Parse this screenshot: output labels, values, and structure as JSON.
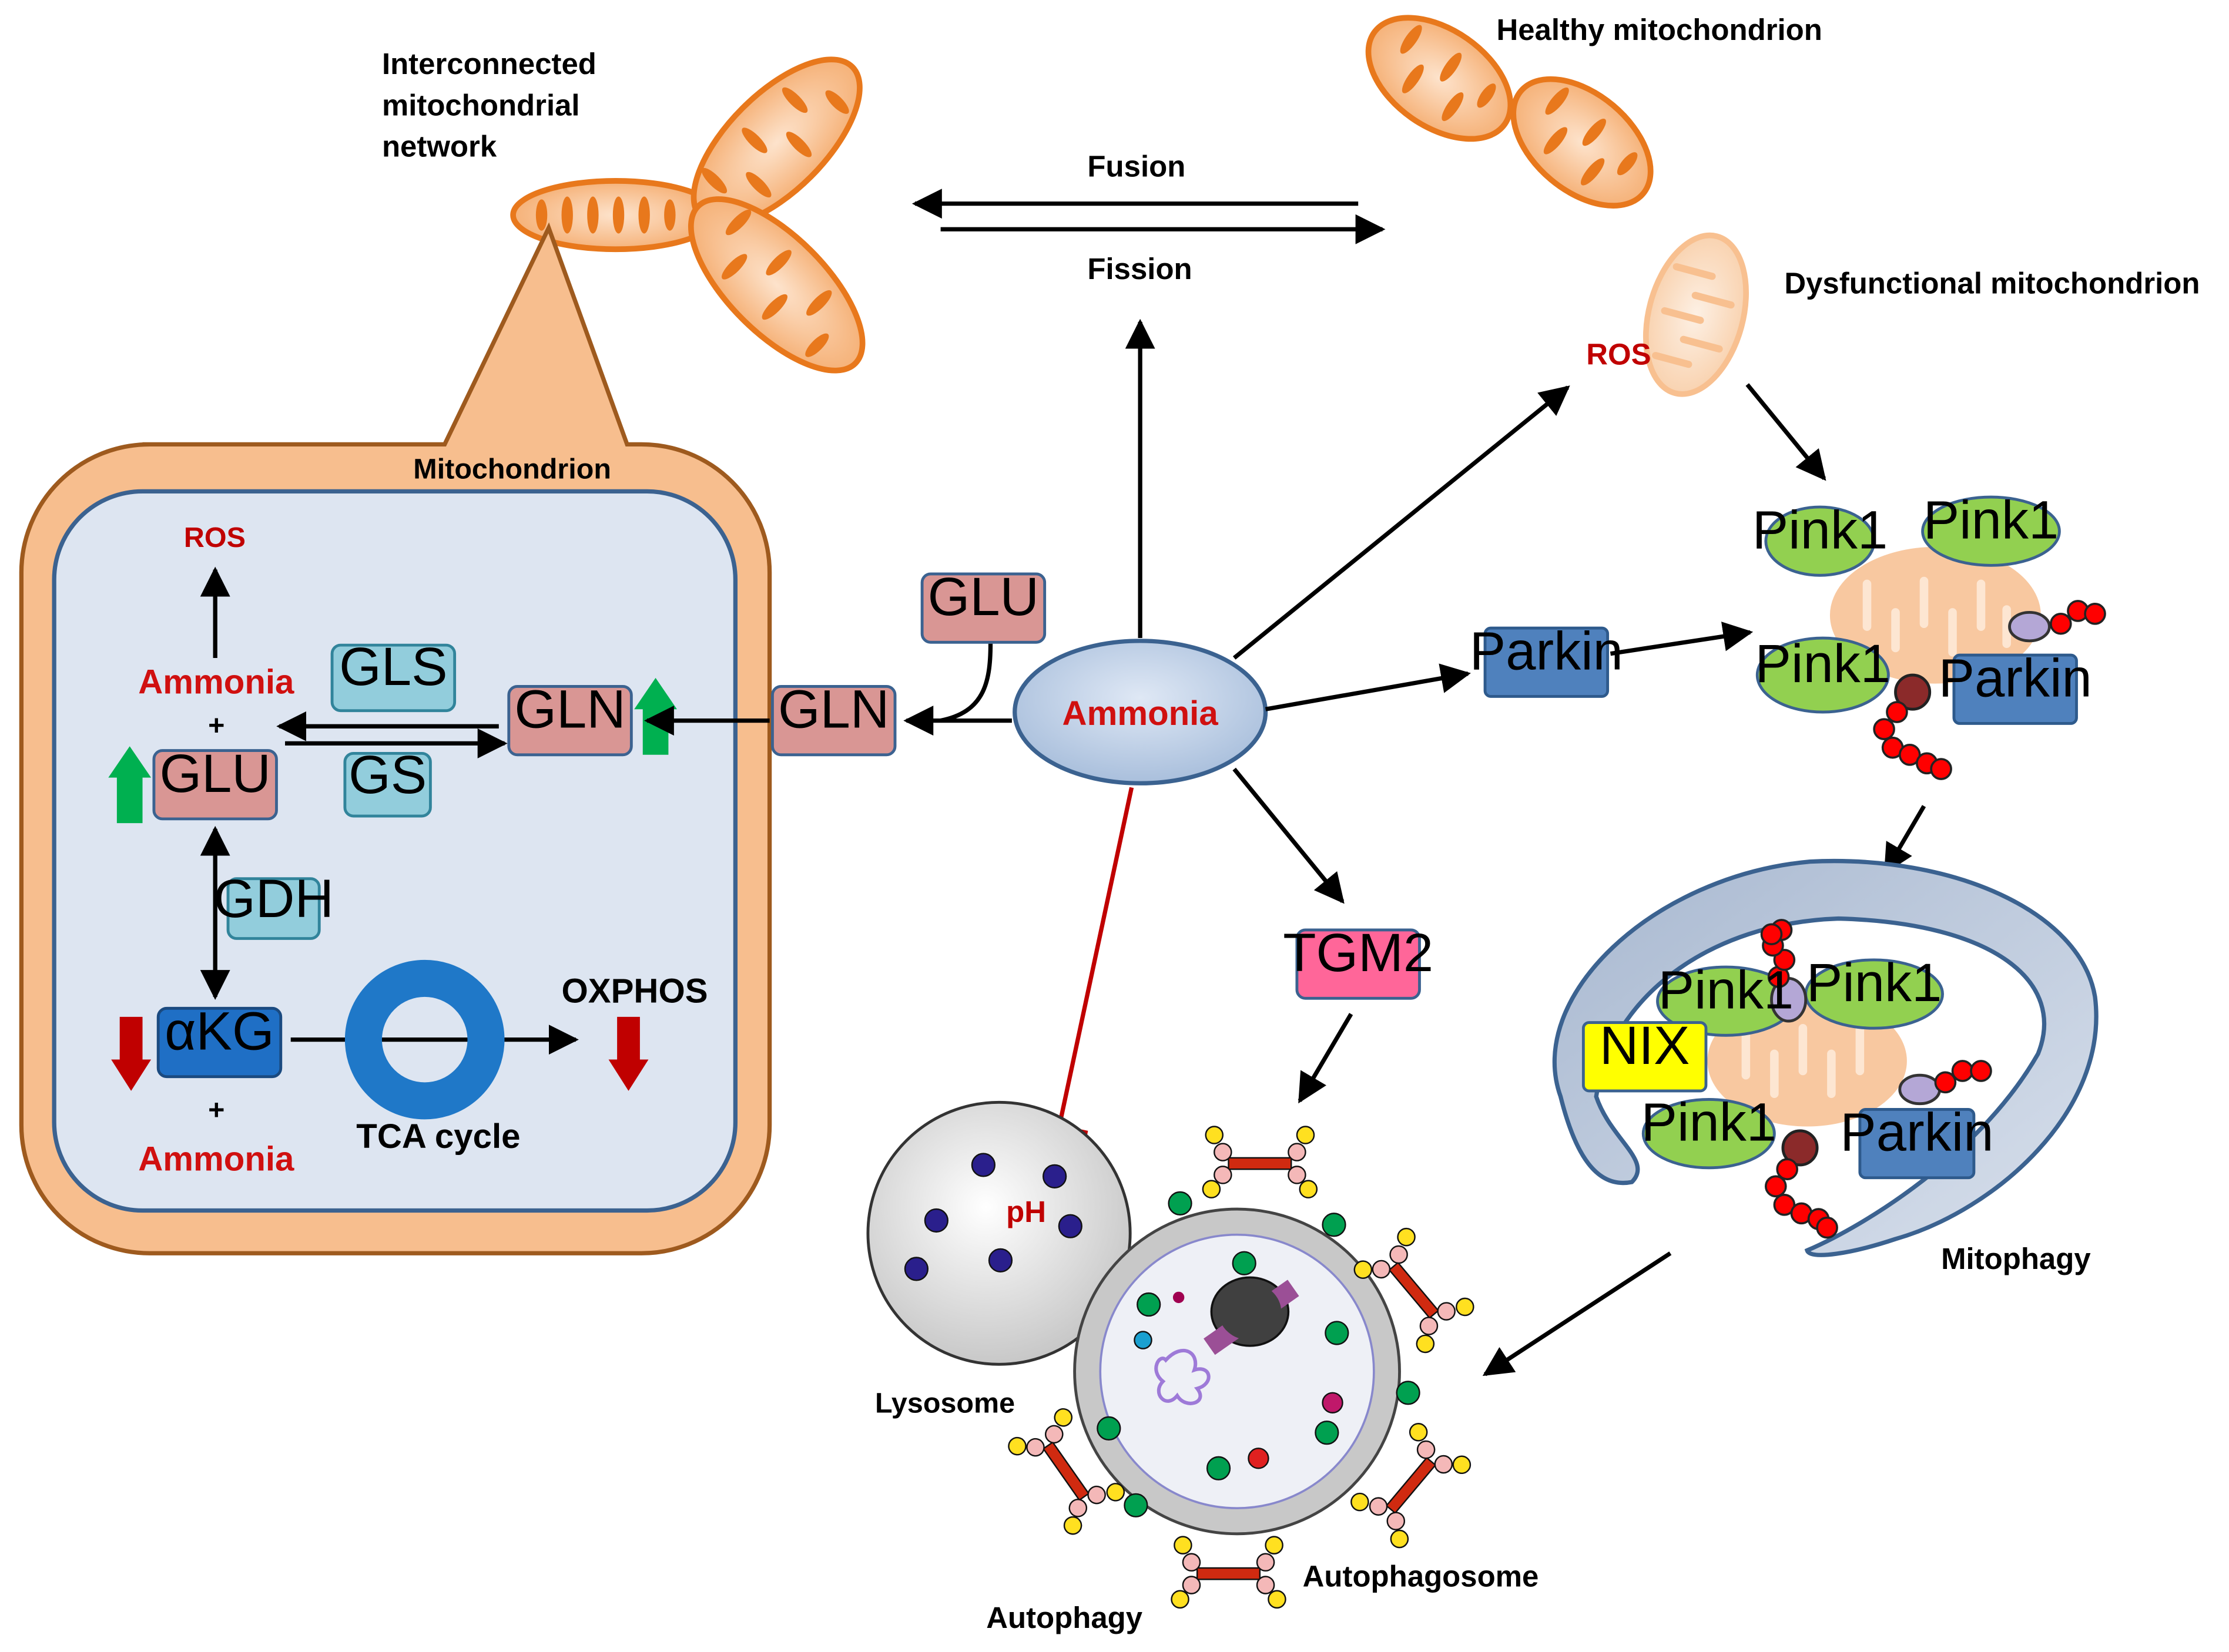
{
  "colors": {
    "mito_orange": "#e87e22",
    "mito_fill": "#f7c79d",
    "panel_outer": "#f7be8e",
    "panel_inner": "#dde5f1",
    "enzyme_cyan": "#92cddc",
    "metabolite_pink": "#d99694",
    "pink1_green": "#92d050",
    "parkin_blue": "#4f81bd",
    "tgm2_pink": "#ff6699",
    "nix_yellow": "#ffff00",
    "ammonia_red": "#e81010",
    "up_arrow_green": "#00b050",
    "down_arrow_red": "#c00000",
    "tca_ring": "#1f78c8",
    "ubiquitin_red": "#ff0000"
  },
  "top": {
    "interconnected_label": [
      "Interconnected",
      "mitochondrial",
      "network"
    ],
    "healthy_label": "Healthy mitochondrion",
    "dysfunctional_label": "Dysfunctional  mitochondrion",
    "fusion_label": "Fusion",
    "fission_label": "Fission",
    "ros_label": "ROS"
  },
  "mito_panel": {
    "title": "Mitochondrion",
    "ros": "ROS",
    "ammonia_top": "Ammonia",
    "plus_top": "+",
    "gls": "GLS",
    "gs": "GS",
    "gln": "GLN",
    "glu": "GLU",
    "gdh": "GDH",
    "akg": "αKG",
    "plus_bottom": "+",
    "ammonia_bottom": "Ammonia",
    "tca": "TCA cycle",
    "oxphos": "OXPHOS"
  },
  "center": {
    "ammonia": "Ammonia",
    "glu": "GLU",
    "gln": "GLN",
    "parkin": "Parkin",
    "tgm2": "TGM2"
  },
  "mitophagy": {
    "pink1": "Pink1",
    "parkin": "Parkin",
    "nix": "NIX",
    "label": "Mitophagy"
  },
  "autophagy": {
    "ph": "pH",
    "lysosome": "Lysosome",
    "autophagosome": "Autophagosome",
    "autophagy": "Autophagy"
  }
}
